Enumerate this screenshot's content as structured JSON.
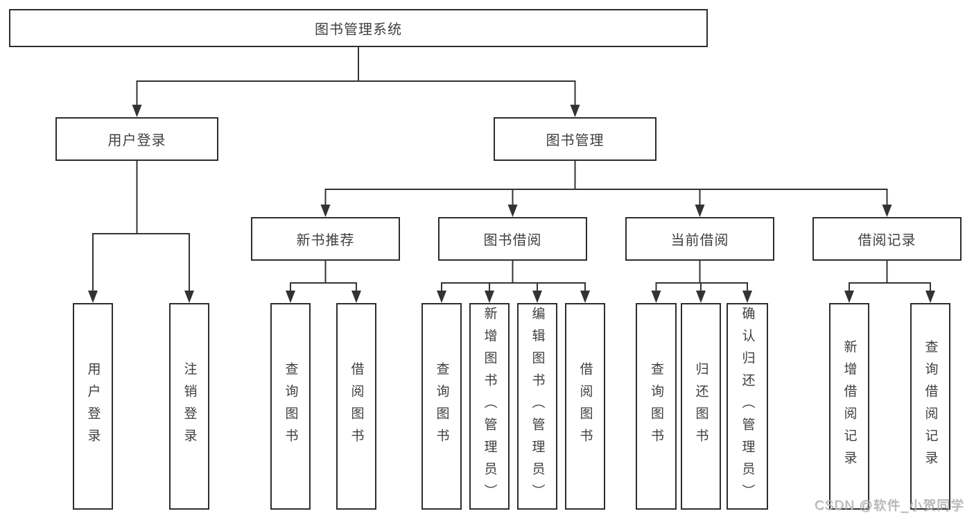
{
  "diagram_title": "图书管理系统",
  "nodes": {
    "root": {
      "label": "图书管理系统"
    },
    "user-login": {
      "label": "用户登录"
    },
    "book-management": {
      "label": "图书管理"
    },
    "user-login-leaf": {
      "label": "用户登录"
    },
    "logout-leaf": {
      "label": "注销登录"
    },
    "new-book-recommend": {
      "label": "新书推荐"
    },
    "book-borrow": {
      "label": "图书借阅"
    },
    "current-borrow": {
      "label": "当前借阅"
    },
    "borrow-records": {
      "label": "借阅记录"
    },
    "nb-query-book": {
      "label": "查询图书"
    },
    "nb-borrow-book": {
      "label": "借阅图书"
    },
    "bb-query-book": {
      "label": "查询图书"
    },
    "bb-add-book": {
      "label": "新增图书（管理员）"
    },
    "bb-edit-book": {
      "label": "编辑图书（管理员）"
    },
    "bb-borrow-book": {
      "label": "借阅图书"
    },
    "cb-query-book": {
      "label": "查询图书"
    },
    "cb-return-book": {
      "label": "归还图书"
    },
    "cb-confirm-return": {
      "label": "确认归还（管理员）"
    },
    "br-add-record": {
      "label": "新增借阅记录"
    },
    "br-query-record": {
      "label": "查询借阅记录"
    }
  },
  "tree": {
    "id": "root",
    "children": [
      {
        "id": "user-login",
        "children": [
          {
            "id": "user-login-leaf"
          },
          {
            "id": "logout-leaf"
          }
        ]
      },
      {
        "id": "book-management",
        "children": [
          {
            "id": "new-book-recommend",
            "children": [
              {
                "id": "nb-query-book"
              },
              {
                "id": "nb-borrow-book"
              }
            ]
          },
          {
            "id": "book-borrow",
            "children": [
              {
                "id": "bb-query-book"
              },
              {
                "id": "bb-add-book"
              },
              {
                "id": "bb-edit-book"
              },
              {
                "id": "bb-borrow-book"
              }
            ]
          },
          {
            "id": "current-borrow",
            "children": [
              {
                "id": "cb-query-book"
              },
              {
                "id": "cb-return-book"
              },
              {
                "id": "cb-confirm-return"
              }
            ]
          },
          {
            "id": "borrow-records",
            "children": [
              {
                "id": "br-add-record"
              },
              {
                "id": "br-query-record"
              }
            ]
          }
        ]
      }
    ]
  },
  "watermark": {
    "text": "CSDN @软件_小贺同学"
  },
  "colors": {
    "line": "#333333",
    "box_border": "#2d2d2d",
    "text": "#3f3f3f",
    "background": "#ffffff",
    "watermark": "#b3b3b3"
  }
}
